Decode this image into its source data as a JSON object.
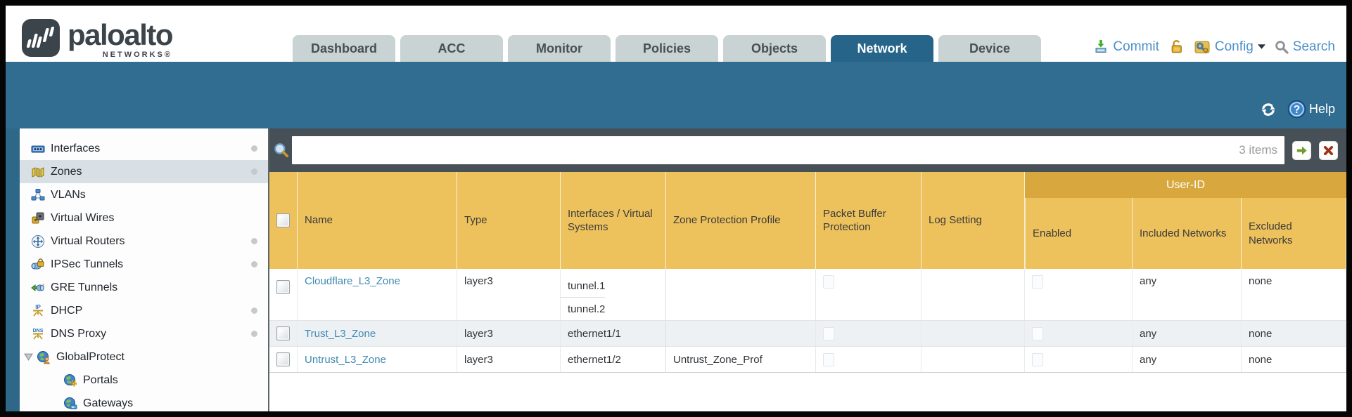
{
  "topbar": {
    "logo": {
      "brand": "paloalto",
      "sub": "NETWORKS®"
    },
    "tabs": [
      {
        "label": "Dashboard",
        "active": false
      },
      {
        "label": "ACC",
        "active": false
      },
      {
        "label": "Monitor",
        "active": false
      },
      {
        "label": "Policies",
        "active": false
      },
      {
        "label": "Objects",
        "active": false
      },
      {
        "label": "Network",
        "active": true
      },
      {
        "label": "Device",
        "active": false
      }
    ],
    "actions": {
      "commit": "Commit",
      "config": "Config",
      "search": "Search"
    }
  },
  "tealband": {
    "help": "Help"
  },
  "sidebar": {
    "items": [
      {
        "label": "Interfaces",
        "selected": false,
        "dot": true
      },
      {
        "label": "Zones",
        "selected": true,
        "dot": true
      },
      {
        "label": "VLANs",
        "selected": false,
        "dot": false
      },
      {
        "label": "Virtual Wires",
        "selected": false,
        "dot": false
      },
      {
        "label": "Virtual Routers",
        "selected": false,
        "dot": true
      },
      {
        "label": "IPSec Tunnels",
        "selected": false,
        "dot": true
      },
      {
        "label": "GRE Tunnels",
        "selected": false,
        "dot": false
      },
      {
        "label": "DHCP",
        "selected": false,
        "dot": true
      },
      {
        "label": "DNS Proxy",
        "selected": false,
        "dot": true
      },
      {
        "label": "GlobalProtect",
        "selected": false,
        "dot": false,
        "expanded": true
      },
      {
        "label": "Portals",
        "selected": false,
        "dot": false,
        "indent": true
      },
      {
        "label": "Gateways",
        "selected": false,
        "dot": false,
        "indent": true
      }
    ]
  },
  "searchbar": {
    "value": "",
    "count": "3 items"
  },
  "table": {
    "columns": [
      "Name",
      "Type",
      "Interfaces / Virtual Systems",
      "Zone Protection Profile",
      "Packet Buffer Protection",
      "Log Setting"
    ],
    "user_id_group": "User-ID",
    "user_id_columns": [
      "Enabled",
      "Included Networks",
      "Excluded Networks"
    ],
    "rows": [
      {
        "name": "Cloudflare_L3_Zone",
        "type": "layer3",
        "interfaces": [
          "tunnel.1",
          "tunnel.2"
        ],
        "zone_protection_profile": "",
        "packet_buffer_protection": false,
        "log_setting": "",
        "enabled": false,
        "included_networks": "any",
        "excluded_networks": "none"
      },
      {
        "name": "Trust_L3_Zone",
        "type": "layer3",
        "interfaces": [
          "ethernet1/1"
        ],
        "zone_protection_profile": "",
        "packet_buffer_protection": false,
        "log_setting": "",
        "enabled": false,
        "included_networks": "any",
        "excluded_networks": "none"
      },
      {
        "name": "Untrust_L3_Zone",
        "type": "layer3",
        "interfaces": [
          "ethernet1/2"
        ],
        "zone_protection_profile": "Untrust_Zone_Prof",
        "packet_buffer_protection": false,
        "log_setting": "",
        "enabled": false,
        "included_networks": "any",
        "excluded_networks": "none"
      }
    ]
  },
  "colors": {
    "teal_band": "#306d90",
    "active_tab": "#26648a",
    "header_gold": "#edc15c",
    "user_id_gold": "#d8a73e",
    "dark_strip": "#475056",
    "link_blue": "#3e8ab3",
    "action_blue": "#4a90c8",
    "selected_item": "#d8e0e5"
  }
}
